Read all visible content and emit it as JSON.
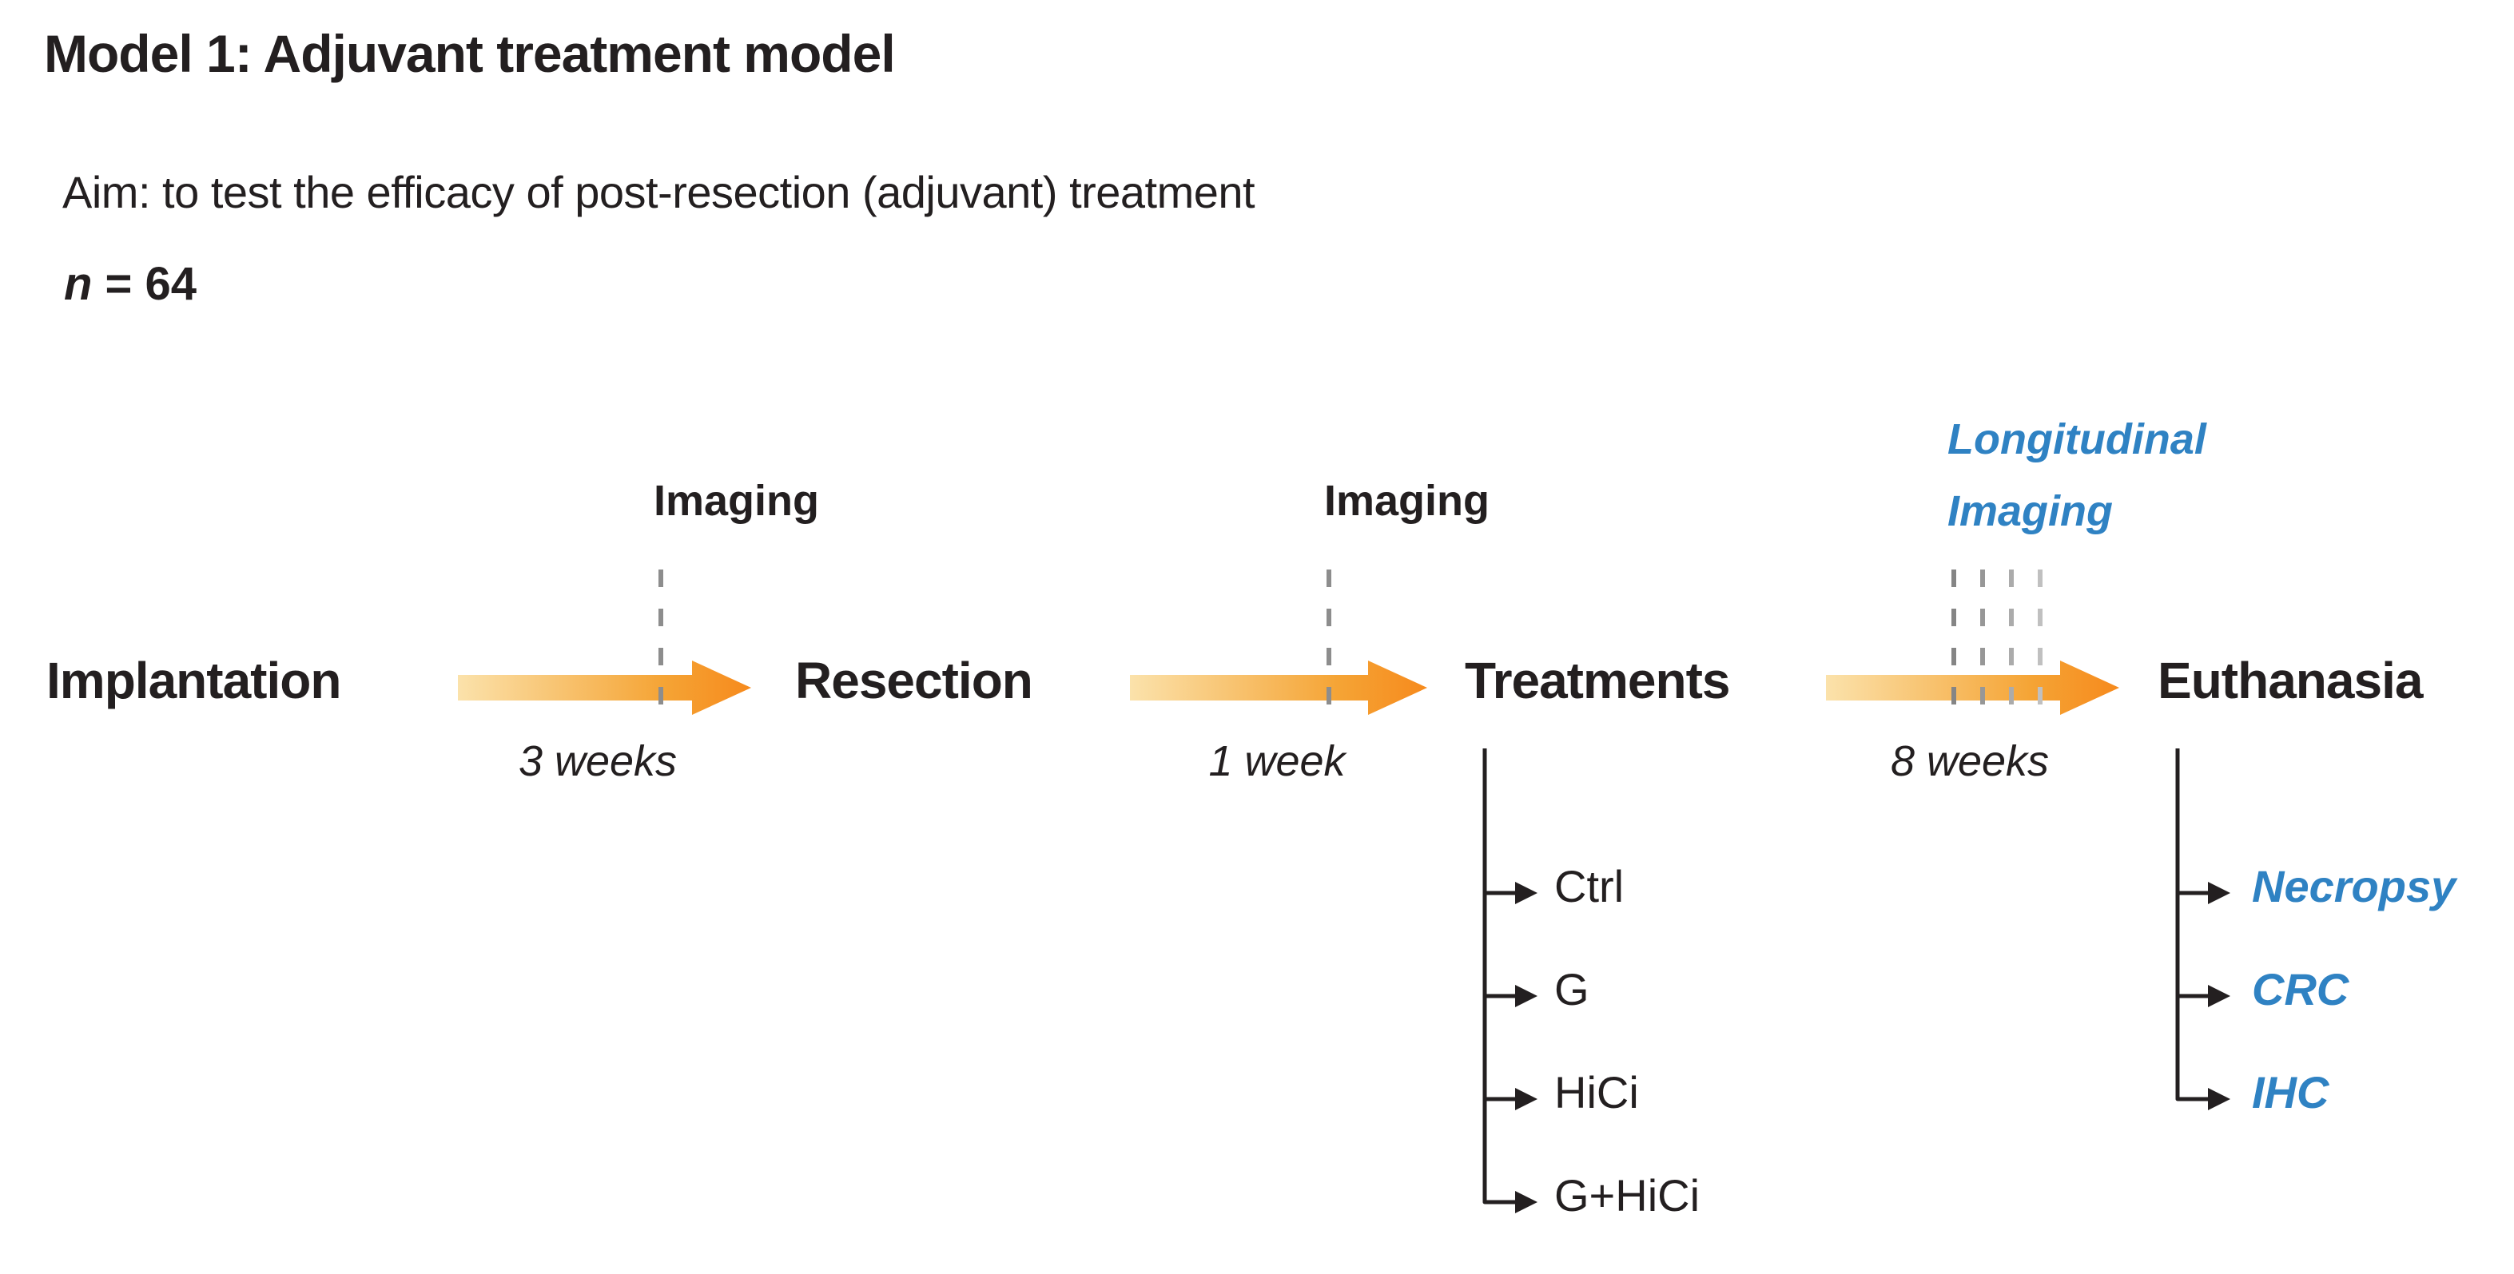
{
  "header": {
    "title": "Model 1: Adjuvant treatment model",
    "aim": "Aim: to test the efficacy of post-resection (adjuvant) treatment",
    "sample_size_var": "n",
    "sample_size_rest": " = 64"
  },
  "timeline": {
    "nodes": [
      {
        "label": "Implantation"
      },
      {
        "label": "Resection"
      },
      {
        "label": "Treatments"
      },
      {
        "label": "Euthanasia"
      }
    ],
    "intervals": [
      {
        "duration": "3 weeks"
      },
      {
        "duration": "1 week"
      },
      {
        "duration": "8 weeks"
      }
    ],
    "imaging_label_1": "Imaging",
    "imaging_label_2": "Imaging",
    "longitudinal_line1": "Longitudinal",
    "longitudinal_line2": "Imaging"
  },
  "treatments_branches": [
    {
      "label": "Ctrl"
    },
    {
      "label": "G"
    },
    {
      "label": "HiCi"
    },
    {
      "label": "G+HiCi"
    }
  ],
  "euthanasia_branches": [
    {
      "label": "Necropsy"
    },
    {
      "label": "CRC"
    },
    {
      "label": "IHC"
    }
  ],
  "colors": {
    "text": "#231F20",
    "accent_blue": "#2F82C3",
    "dash_gray": "#8D8D8D",
    "arrow_gradient_light": "#FBE2AB",
    "arrow_gradient_mid": "#F5A435",
    "arrow_gradient_dark": "#F68A1D"
  }
}
